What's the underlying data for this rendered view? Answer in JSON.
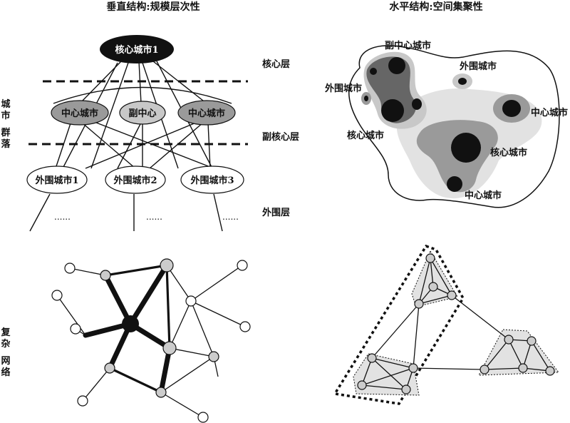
{
  "titles": {
    "vertical": "垂直结构:规模层次性",
    "horizontal": "水平结构:空间集聚性"
  },
  "row_labels": {
    "city_community": [
      "城",
      "市",
      "群",
      "落"
    ],
    "complex_network": [
      "复",
      "杂",
      "网",
      "络"
    ]
  },
  "hierarchy": {
    "core_city": "核心城市1",
    "center_city_left": "中心城市",
    "sub_center": "副中心",
    "center_city_right": "中心城市",
    "outer_1": "外围城市1",
    "outer_2": "外围城市2",
    "outer_3": "外围城市3",
    "dots": "......",
    "layer_core": "核心层",
    "layer_sub": "副核心层",
    "layer_outer": "外围层"
  },
  "cluster_map": {
    "sub_center_city": "副中心城市",
    "outer_city_top": "外围城市",
    "outer_city_left": "外围城市",
    "center_city_right": "中心城市",
    "core_city_left": "核心城市",
    "core_city_right": "核心城市",
    "center_city_bottom": "中心城市"
  },
  "colors": {
    "black": "#111111",
    "dark_gray": "#666666",
    "mid_gray": "#9a9a9a",
    "light_gray": "#c8c8c8",
    "pale_gray": "#e2e2e2",
    "node_gray": "#cccccc"
  }
}
